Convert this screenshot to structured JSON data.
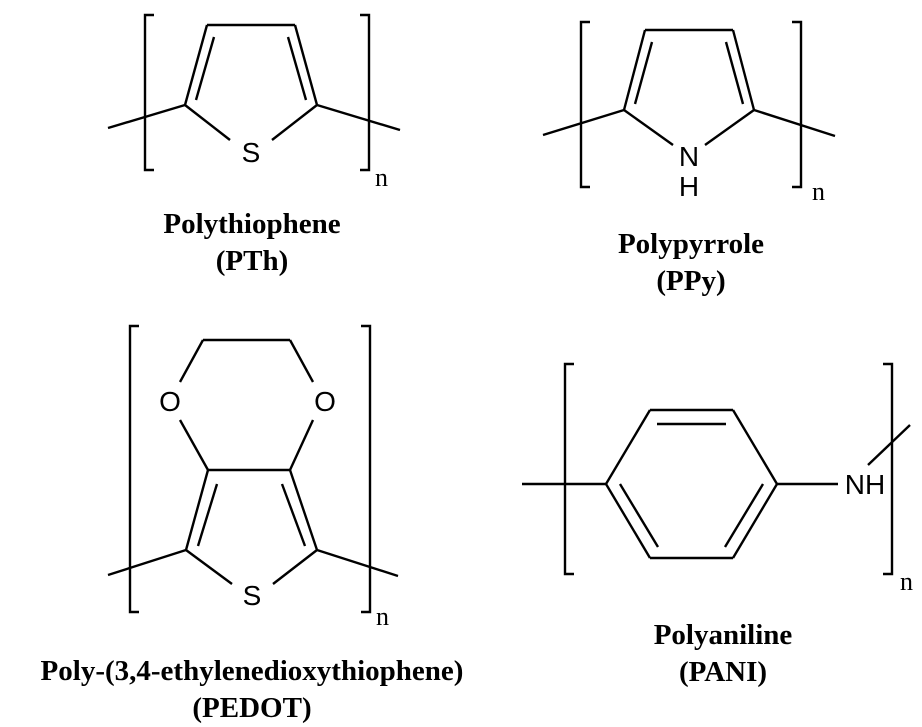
{
  "structures": [
    {
      "id": "polythiophene",
      "name": "Polythiophene",
      "abbreviation": "(PTh)",
      "atoms": [
        "S"
      ],
      "repeat": "n"
    },
    {
      "id": "polypyrrole",
      "name": "Polypyrrole",
      "abbreviation": "(PPy)",
      "atoms": [
        "N",
        "H"
      ],
      "repeat": "n"
    },
    {
      "id": "pedot",
      "name": "Poly-(3,4-ethylenedioxythiophene)",
      "abbreviation": "(PEDOT)",
      "atoms": [
        "O",
        "O",
        "S"
      ],
      "repeat": "n"
    },
    {
      "id": "polyaniline",
      "name": "Polyaniline",
      "abbreviation": "(PANI)",
      "atoms": [
        "NH"
      ],
      "repeat": "n"
    }
  ]
}
